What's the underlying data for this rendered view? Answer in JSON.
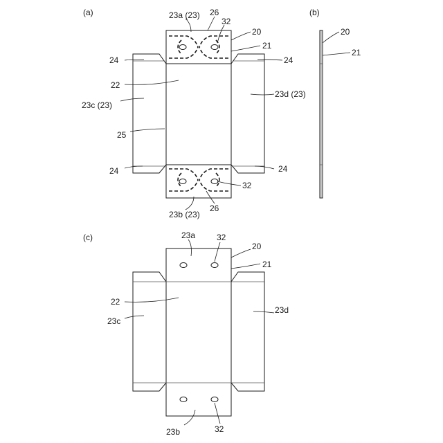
{
  "figure": {
    "views": {
      "a": "(a)",
      "b": "(b)",
      "c": "(c)"
    },
    "view_a_labels": {
      "top_flap": "23a (23)",
      "hinge_top": "26",
      "hole_top": "32",
      "sheet": "20",
      "coating": "21",
      "corner_tl": "24",
      "corner_tr": "24",
      "bottom_panel": "22",
      "left_side": "23c (23)",
      "right_side": "23d (23)",
      "fold_line": "25",
      "corner_bl": "24",
      "corner_br": "24",
      "hole_bottom": "32",
      "bottom_flap": "23b (23)",
      "hinge_bottom": "26"
    },
    "view_b_labels": {
      "sheet": "20",
      "coating": "21"
    },
    "view_c_labels": {
      "top_flap": "23a",
      "hole_top": "32",
      "sheet": "20",
      "coating": "21",
      "bottom_panel": "22",
      "left_side": "23c",
      "right_side": "23d",
      "bottom_flap": "23b",
      "hole_bottom": "32"
    }
  }
}
